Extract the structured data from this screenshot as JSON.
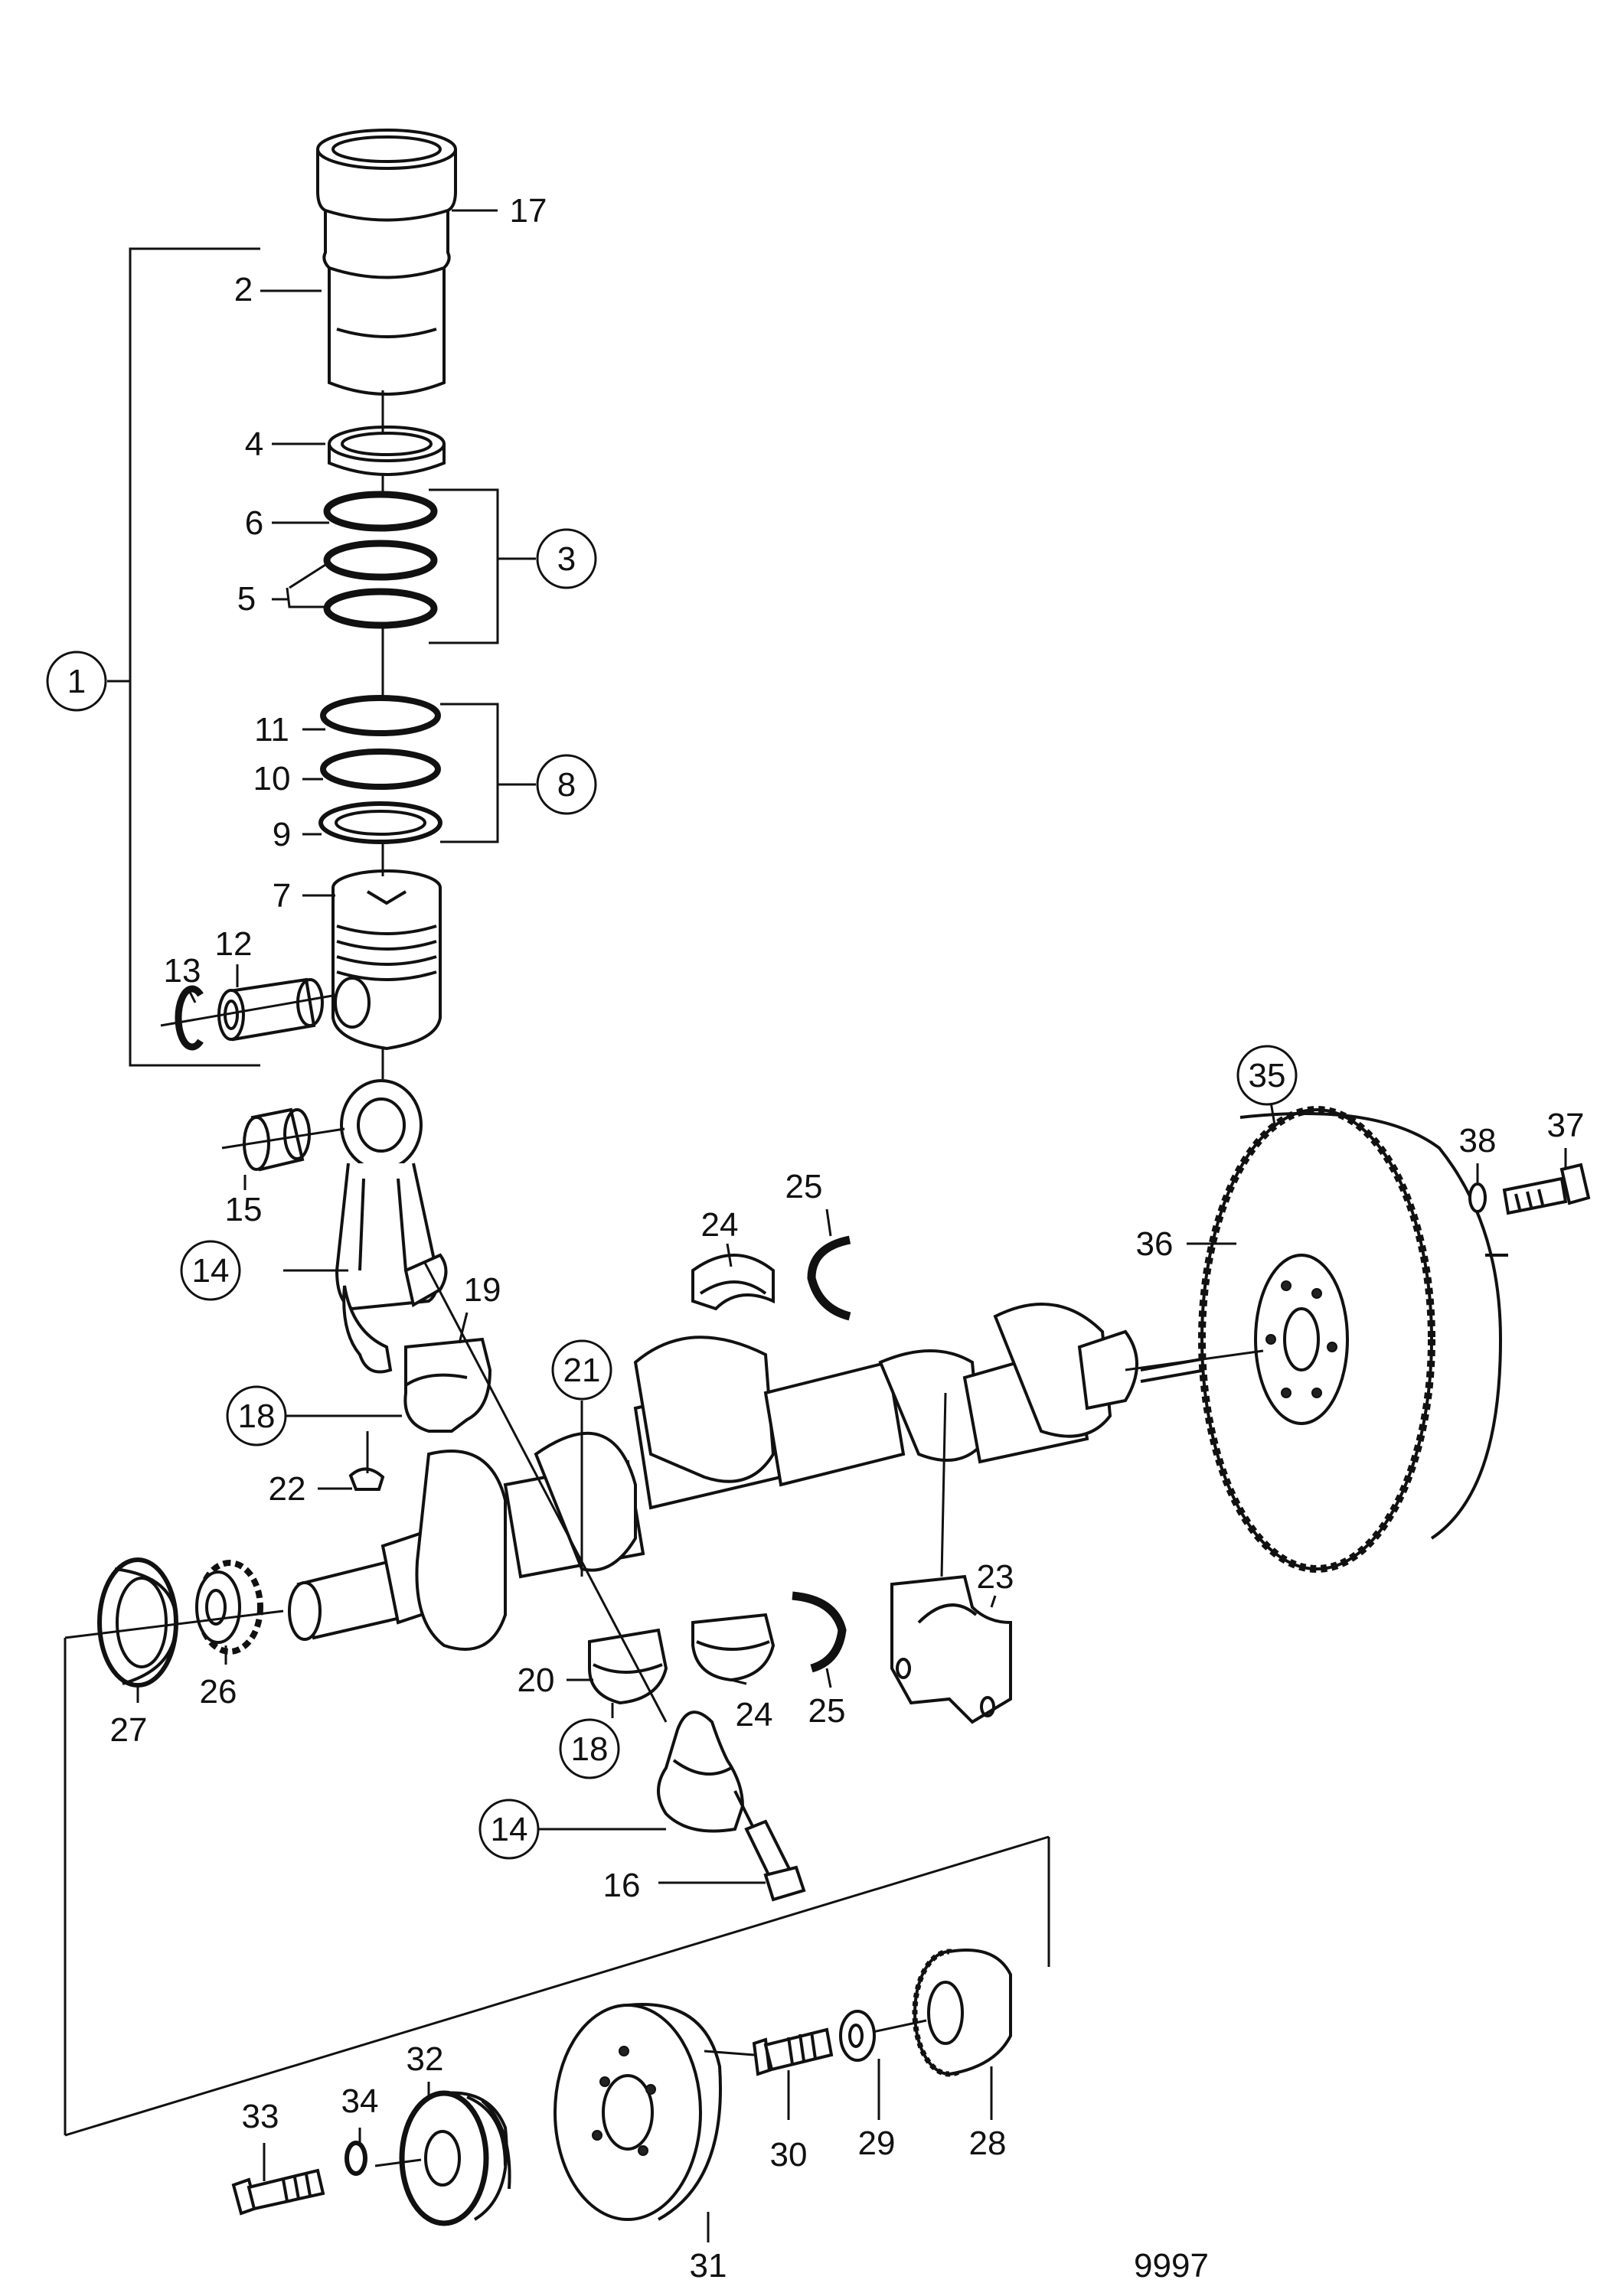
{
  "drawing_number": "9997",
  "callouts": {
    "c1": "1",
    "c2": "2",
    "c3": "3",
    "c4": "4",
    "c5": "5",
    "c6": "6",
    "c7": "7",
    "c8": "8",
    "c9": "9",
    "c10": "10",
    "c11": "11",
    "c12": "12",
    "c13": "13",
    "c14a": "14",
    "c14b": "14",
    "c15": "15",
    "c16": "16",
    "c17": "17",
    "c18a": "18",
    "c18b": "18",
    "c19": "19",
    "c20": "20",
    "c21": "21",
    "c22": "22",
    "c23": "23",
    "c24a": "24",
    "c24b": "24",
    "c25a": "25",
    "c25b": "25",
    "c26": "26",
    "c27": "27",
    "c28": "28",
    "c29": "29",
    "c30": "30",
    "c31": "31",
    "c32": "32",
    "c33": "33",
    "c34": "34",
    "c35": "35",
    "c36": "36",
    "c37": "37",
    "c38": "38"
  }
}
